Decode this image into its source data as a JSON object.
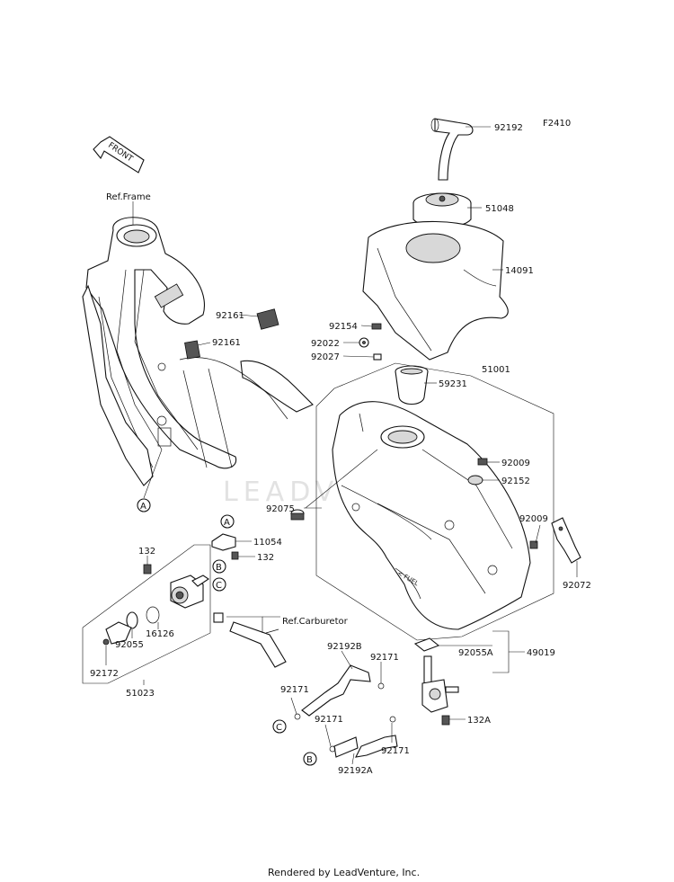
{
  "diagram_code": "F2410",
  "front_arrow_text": "FRONT",
  "watermark": "LEADVENTURE",
  "footer": "Rendered by LeadVenture, Inc.",
  "ref_labels": {
    "frame": "Ref.Frame",
    "carburetor": "Ref.Carburetor"
  },
  "callouts": {
    "A": "A",
    "B": "B",
    "C": "C"
  },
  "parts": {
    "p92192": "92192",
    "p51048": "51048",
    "p14091": "14091",
    "p92154": "92154",
    "p92022": "92022",
    "p92027": "92027",
    "p51001": "51001",
    "p59231": "59231",
    "p92009a": "92009",
    "p92152": "92152",
    "p92075": "92075",
    "p92009b": "92009",
    "p92072": "92072",
    "p92161a": "92161",
    "p92161b": "92161",
    "p11054": "11054",
    "p132a": "132",
    "p132b": "132",
    "p16126": "16126",
    "p92055": "92055",
    "p92172": "92172",
    "p51023": "51023",
    "p92192B": "92192B",
    "p92171a": "92171",
    "p92055A": "92055A",
    "p49019": "49019",
    "p92171b": "92171",
    "p92171c": "92171",
    "p132A": "132A",
    "p92171d": "92171",
    "p92192A": "92192A"
  }
}
